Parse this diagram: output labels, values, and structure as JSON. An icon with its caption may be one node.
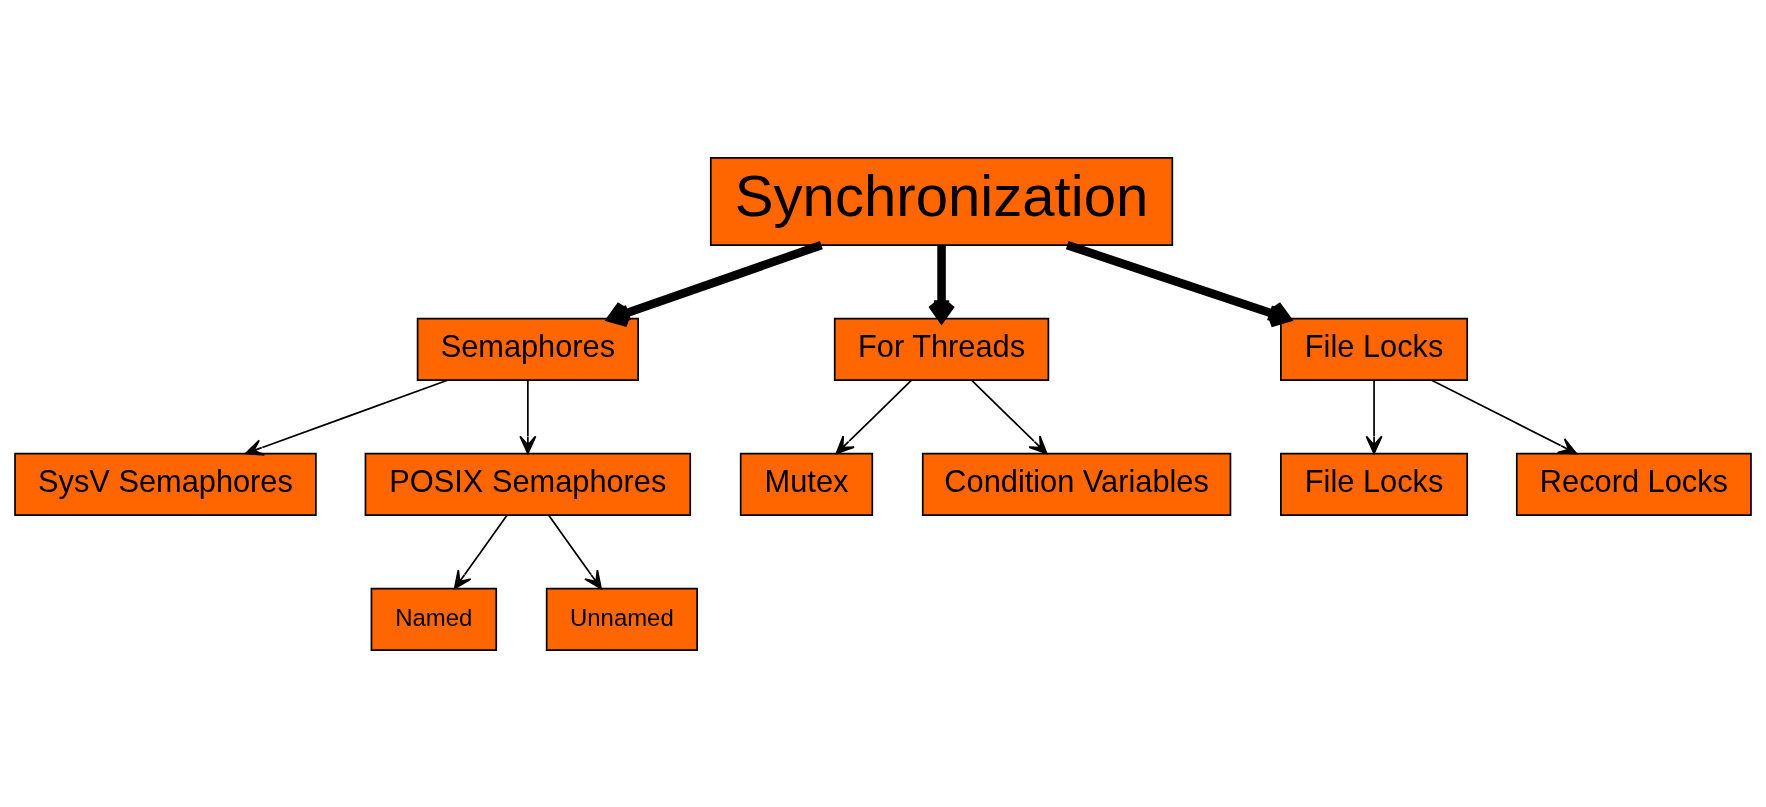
{
  "diagram": {
    "nodes": [
      {
        "text": [
          "Synchronization"
        ]
      },
      {
        "text": [
          "Semaphores"
        ]
      },
      {
        "text": [
          "SysV Semaphores"
        ]
      },
      {
        "text": [
          "POSIX Semaphores"
        ]
      },
      {
        "text": [
          "Named"
        ]
      },
      {
        "text": [
          "Unnamed"
        ]
      },
      {
        "text": [
          "For Threads"
        ]
      },
      {
        "text": [
          "Mutex"
        ]
      },
      {
        "text": [
          "Condition Variables"
        ]
      },
      {
        "text": [
          "File Locks"
        ]
      },
      {
        "text": [
          "File Locks"
        ]
      },
      {
        "text": [
          "Record Locks"
        ]
      }
    ],
    "edges": [
      {
        "from": 0,
        "to": 1,
        "arrow": "to",
        "style": "thick"
      },
      {
        "from": 0,
        "to": 6,
        "arrow": "to",
        "style": "thick"
      },
      {
        "from": 0,
        "to": 9,
        "arrow": "to",
        "style": "thick"
      },
      {
        "from": 1,
        "to": 2,
        "arrow": "to"
      },
      {
        "from": 1,
        "to": 3,
        "arrow": "to"
      },
      {
        "from": 3,
        "to": 4,
        "arrow": "to"
      },
      {
        "from": 3,
        "to": 5,
        "arrow": "to"
      },
      {
        "from": 6,
        "to": 7,
        "arrow": "to"
      },
      {
        "from": 6,
        "to": 8,
        "arrow": "to"
      },
      {
        "from": 9,
        "to": 10,
        "arrow": "to"
      },
      {
        "from": 9,
        "to": 11,
        "arrow": "to"
      }
    ]
  }
}
